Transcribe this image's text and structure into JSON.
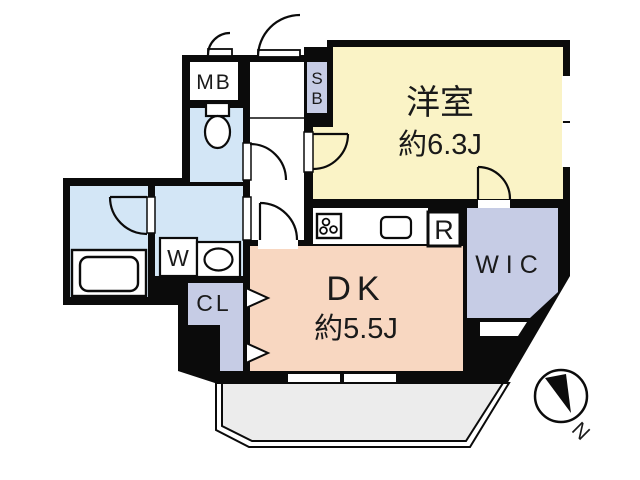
{
  "plan": {
    "rooms": {
      "western": {
        "name": "洋室",
        "size": "約6.3J"
      },
      "dk": {
        "name": "DK",
        "size": "約5.5J"
      },
      "wic": {
        "label": "WIC"
      },
      "closet": {
        "label": "CL"
      },
      "meter_box": {
        "label": "MB"
      },
      "shoe_box": {
        "line1": "S",
        "line2": "B"
      },
      "washer": {
        "label": "W"
      },
      "fridge": {
        "label": "R"
      }
    },
    "compass": {
      "north": "N"
    },
    "colors": {
      "room_yellow": "#FAF3C6",
      "room_pink": "#F8D7C1",
      "room_blue": "#D3E6F6",
      "room_lavender": "#C6CCE5",
      "balcony_gray": "#ECECEC",
      "wall": "#0B0B0B"
    }
  }
}
